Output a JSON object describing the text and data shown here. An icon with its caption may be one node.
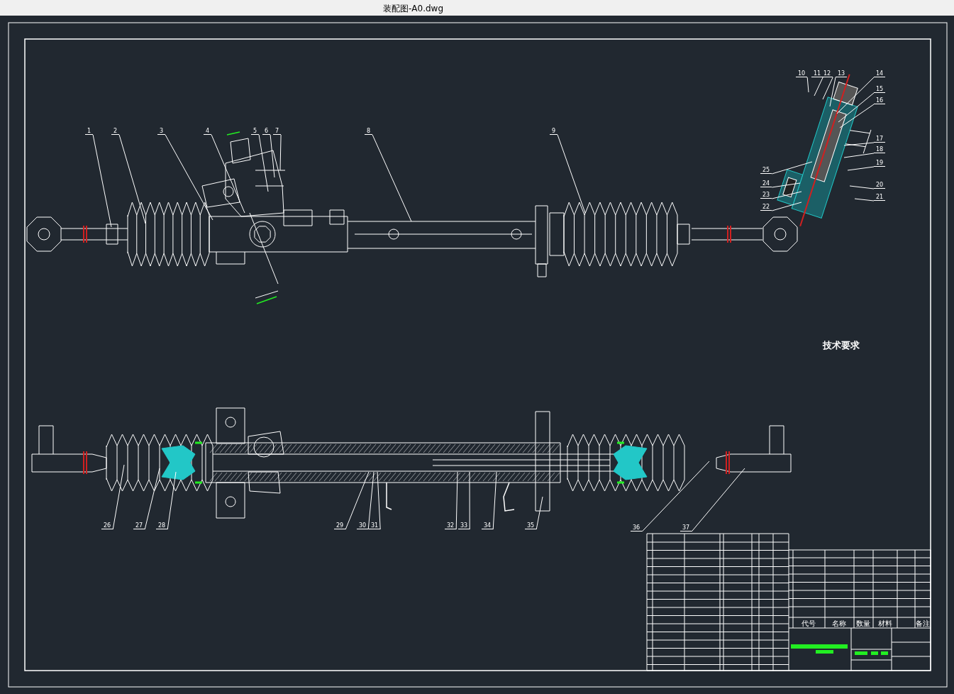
{
  "diagram": {
    "nodes": [
      {
        "text": [
          "1"
        ]
      },
      {
        "text": [
          "2"
        ]
      },
      {
        "text": [
          "3"
        ]
      },
      {
        "text": [
          "4"
        ]
      },
      {
        "text": [
          "5"
        ]
      },
      {
        "text": [
          "6"
        ]
      },
      {
        "text": [
          "7"
        ]
      },
      {
        "text": [
          "8"
        ]
      },
      {
        "text": [
          "9"
        ]
      },
      {
        "text": [
          "10"
        ]
      },
      {
        "text": [
          "11"
        ]
      },
      {
        "text": [
          "12"
        ]
      },
      {
        "text": [
          "13"
        ]
      },
      {
        "text": [
          "14"
        ]
      },
      {
        "text": [
          "15"
        ]
      },
      {
        "text": [
          "16"
        ]
      },
      {
        "text": [
          "17"
        ]
      },
      {
        "text": [
          "18"
        ]
      },
      {
        "text": [
          "19"
        ]
      },
      {
        "text": [
          "20"
        ]
      },
      {
        "text": [
          "21"
        ]
      },
      {
        "text": [
          "22"
        ]
      },
      {
        "text": [
          "23"
        ]
      },
      {
        "text": [
          "24"
        ]
      },
      {
        "text": [
          "25"
        ]
      },
      {
        "text": [
          "26"
        ]
      },
      {
        "text": [
          "27"
        ]
      },
      {
        "text": [
          "28"
        ]
      },
      {
        "text": [
          "29"
        ]
      },
      {
        "text": [
          "30"
        ]
      },
      {
        "text": [
          "31"
        ]
      },
      {
        "text": [
          "32"
        ]
      },
      {
        "text": [
          "33"
        ]
      },
      {
        "text": [
          "34"
        ]
      },
      {
        "text": [
          "35"
        ]
      },
      {
        "text": [
          "36"
        ]
      },
      {
        "text": [
          "37"
        ]
      }
    ],
    "edges": [
      {
        "from": 0,
        "to": null,
        "arrow": "none"
      },
      {
        "from": 1,
        "to": null,
        "arrow": "none"
      },
      {
        "from": 2,
        "to": null,
        "arrow": "none"
      },
      {
        "from": 3,
        "to": null,
        "arrow": "none"
      },
      {
        "from": 4,
        "to": null,
        "arrow": "none"
      },
      {
        "from": 5,
        "to": null,
        "arrow": "none"
      },
      {
        "from": 6,
        "to": null,
        "arrow": "none"
      },
      {
        "from": 7,
        "to": null,
        "arrow": "none"
      },
      {
        "from": 8,
        "to": null,
        "arrow": "none"
      },
      {
        "from": 9,
        "to": null,
        "arrow": "none"
      },
      {
        "from": 10,
        "to": null,
        "arrow": "none"
      },
      {
        "from": 11,
        "to": null,
        "arrow": "none"
      },
      {
        "from": 12,
        "to": null,
        "arrow": "none"
      },
      {
        "from": 13,
        "to": null,
        "arrow": "none"
      },
      {
        "from": 14,
        "to": null,
        "arrow": "none"
      },
      {
        "from": 15,
        "to": null,
        "arrow": "none"
      },
      {
        "from": 16,
        "to": null,
        "arrow": "none"
      },
      {
        "from": 17,
        "to": null,
        "arrow": "none"
      },
      {
        "from": 18,
        "to": null,
        "arrow": "none"
      },
      {
        "from": 19,
        "to": null,
        "arrow": "none"
      },
      {
        "from": 20,
        "to": null,
        "arrow": "none"
      },
      {
        "from": 21,
        "to": null,
        "arrow": "none"
      },
      {
        "from": 22,
        "to": null,
        "arrow": "none"
      },
      {
        "from": 23,
        "to": null,
        "arrow": "none"
      },
      {
        "from": 24,
        "to": null,
        "arrow": "none"
      },
      {
        "from": 25,
        "to": null,
        "arrow": "none"
      },
      {
        "from": 26,
        "to": null,
        "arrow": "none"
      },
      {
        "from": 27,
        "to": null,
        "arrow": "none"
      },
      {
        "from": 28,
        "to": null,
        "arrow": "none"
      },
      {
        "from": 29,
        "to": null,
        "arrow": "none"
      },
      {
        "from": 30,
        "to": null,
        "arrow": "none"
      },
      {
        "from": 31,
        "to": null,
        "arrow": "none"
      },
      {
        "from": 32,
        "to": null,
        "arrow": "none"
      },
      {
        "from": 33,
        "to": null,
        "arrow": "none"
      },
      {
        "from": 34,
        "to": null,
        "arrow": "none"
      },
      {
        "from": 35,
        "to": null,
        "arrow": "none"
      },
      {
        "from": 36,
        "to": null,
        "arrow": "none"
      }
    ],
    "labels": [
      "装配图-A0.dwg",
      "技术要求",
      "代号",
      "名称",
      "数量",
      "材料",
      "备注"
    ]
  }
}
